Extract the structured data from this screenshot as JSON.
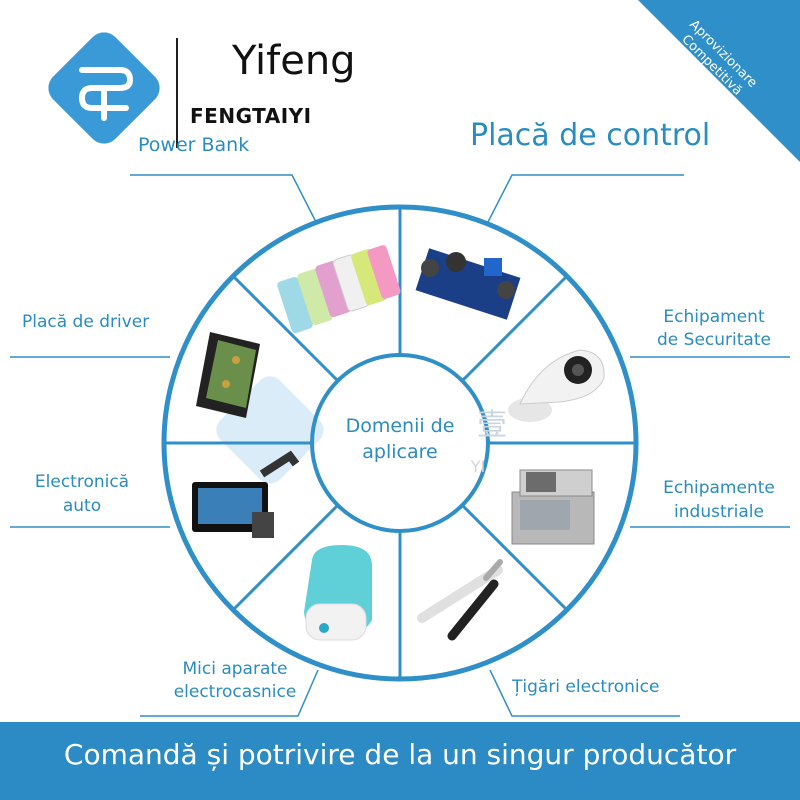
{
  "brand": {
    "name": "Yifeng",
    "subtitle": "FENGTAIYI"
  },
  "corner_banner": {
    "line1": "Aprovizionare",
    "line2": "Competitivă"
  },
  "diagram": {
    "center_line1": "Domenii de",
    "center_line2": "aplicare",
    "watermark_char": "壹",
    "watermark_text": "YI",
    "segments": [
      {
        "id": "power-bank",
        "label": "Power Bank",
        "icon": "power-bank-image"
      },
      {
        "id": "control-board",
        "label": "Placă de control",
        "icon": "circuit-board-image"
      },
      {
        "id": "security",
        "label_line1": "Echipament",
        "label_line2": "de Securitate",
        "icon": "security-camera-image"
      },
      {
        "id": "industrial",
        "label_line1": "Echipamente",
        "label_line2": "industriale",
        "icon": "industrial-machine-image"
      },
      {
        "id": "ecig",
        "label": "Țigări electronice",
        "icon": "e-cigarette-image"
      },
      {
        "id": "appliances",
        "label_line1": "Mici aparate",
        "label_line2": "electrocasnice",
        "icon": "humidifier-image"
      },
      {
        "id": "auto",
        "label_line1": "Electronică",
        "label_line2": "auto",
        "icon": "car-screen-image"
      },
      {
        "id": "driver-board",
        "label": "Placă de driver",
        "icon": "driver-board-image"
      }
    ]
  },
  "footer": {
    "text": "Comandă și potrivire de la un singur producător"
  },
  "colors": {
    "accent": "#2c8bc4",
    "label": "#2a8cbf",
    "ring": "#2f8fc8"
  }
}
